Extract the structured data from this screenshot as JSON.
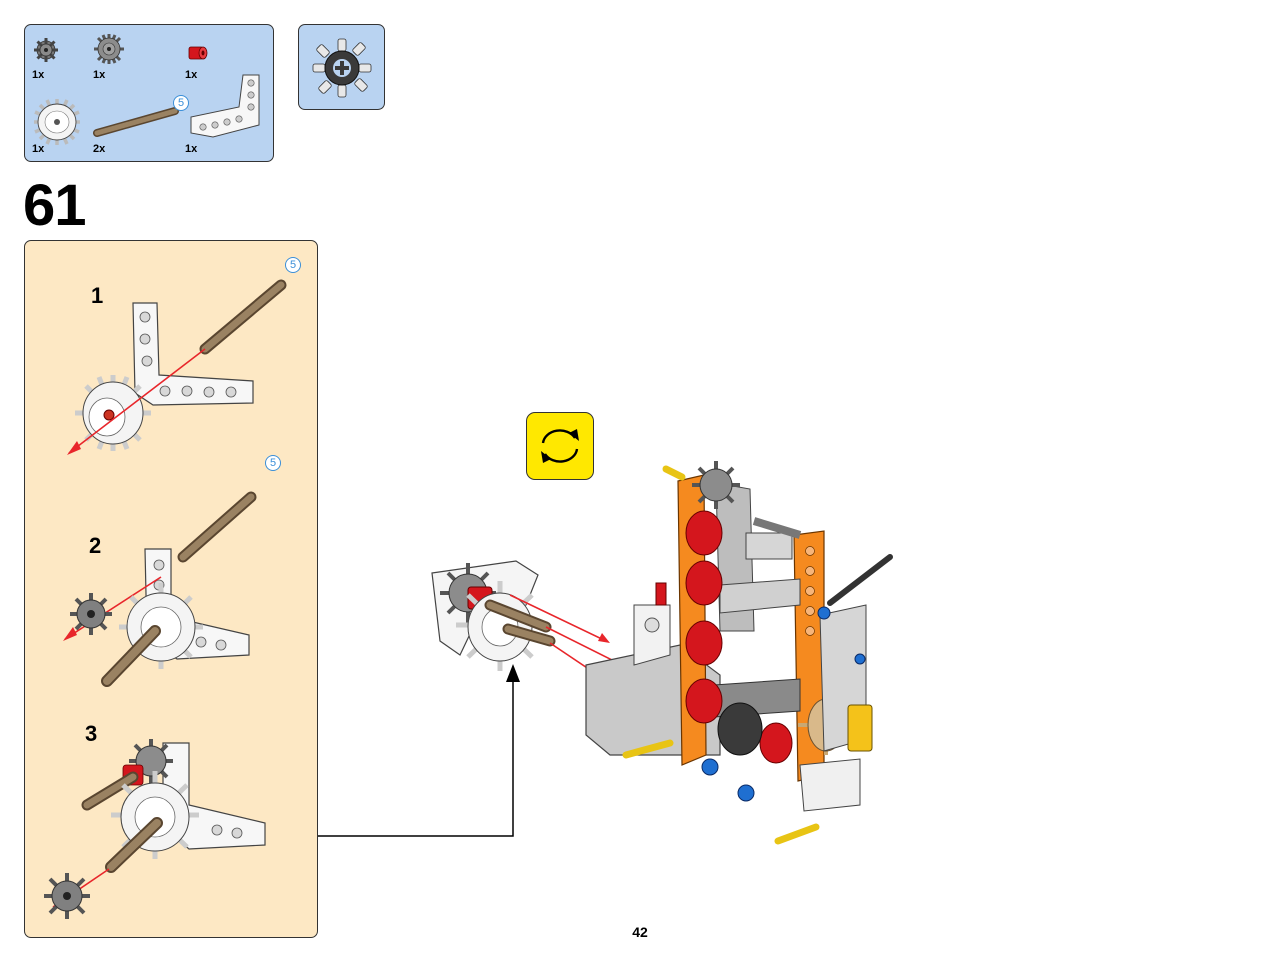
{
  "parts_list": {
    "items": [
      {
        "qty": "1x",
        "icon": "small-gear-icon"
      },
      {
        "qty": "1x",
        "icon": "medium-gear-icon"
      },
      {
        "qty": "1x",
        "icon": "red-bush-icon"
      },
      {
        "qty": "1x",
        "icon": "large-white-gear-icon"
      },
      {
        "qty": "2x",
        "icon": "brown-axle-icon",
        "length_callout": "5"
      },
      {
        "qty": "1x",
        "icon": "white-l-beam-icon"
      }
    ]
  },
  "step": {
    "number": "61",
    "substeps": [
      {
        "label": "1",
        "axle_callout": "5"
      },
      {
        "label": "2",
        "axle_callout": "5"
      },
      {
        "label": "3"
      }
    ]
  },
  "page_number": "42",
  "colors": {
    "parts_box_bg": "#b9d3f1",
    "substep_panel_bg": "#fde8c4",
    "rotate_icon_bg": "#ffe800",
    "arrow": "#e8262b",
    "callout": "#3b8fd8"
  }
}
